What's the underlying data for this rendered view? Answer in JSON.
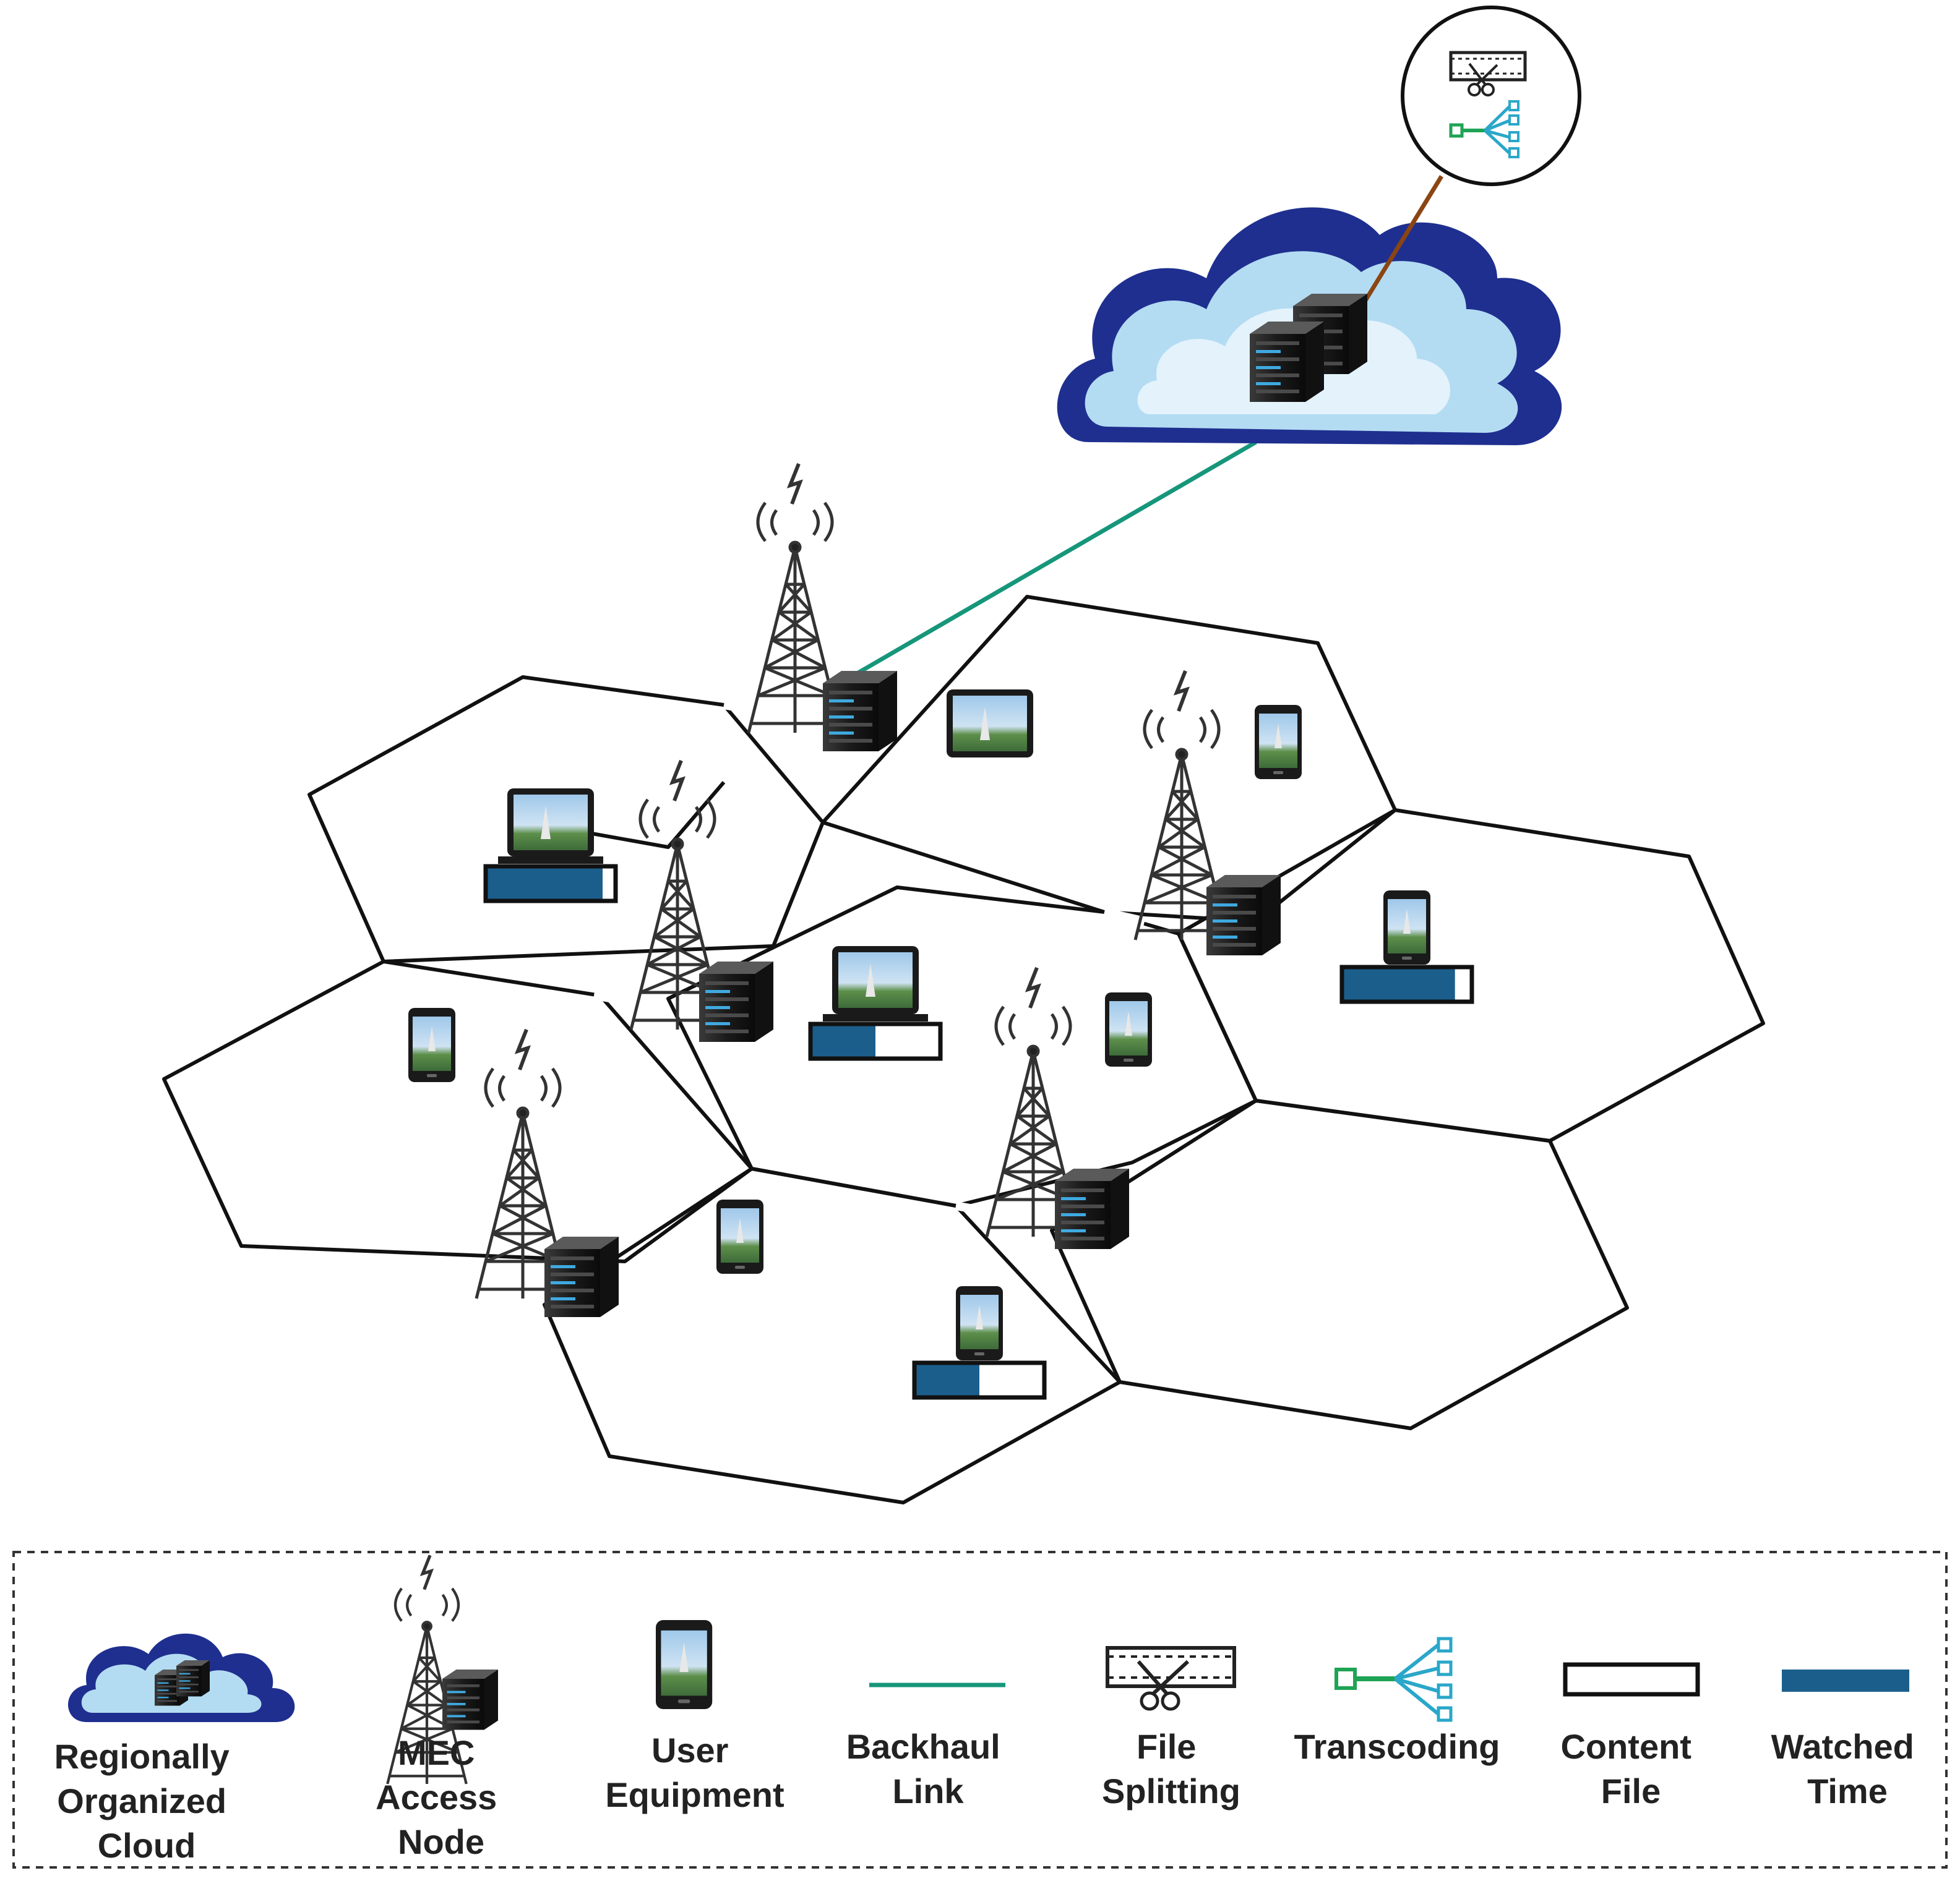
{
  "colors": {
    "backhaul": "#16967a",
    "watched": "#1b5e8c",
    "cloud_outer": "#1f2f8f",
    "cloud_mid": "#b3dcf3",
    "cloud_inner": "#e3f2fb",
    "cloud_link": "#8b4513",
    "hex_stroke": "#111111",
    "transcoding": "#2aa7c9"
  },
  "network": {
    "cloud_icon": "cloud-server-icon",
    "processing_icons": [
      "file-splitting-icon",
      "transcoding-icon"
    ],
    "access_nodes": 5,
    "user_equipment": [
      {
        "kind": "tablet",
        "watched_fraction": null
      },
      {
        "kind": "laptop",
        "watched_fraction": 0.9
      },
      {
        "kind": "phone",
        "watched_fraction": null
      },
      {
        "kind": "phone",
        "watched_fraction": 0.87
      },
      {
        "kind": "phone",
        "watched_fraction": null
      },
      {
        "kind": "laptop",
        "watched_fraction": 0.5
      },
      {
        "kind": "phone",
        "watched_fraction": null
      },
      {
        "kind": "phone",
        "watched_fraction": null
      },
      {
        "kind": "phone",
        "watched_fraction": 0.5
      }
    ]
  },
  "legend": {
    "items": [
      {
        "icon": "cloud-icon",
        "lines": [
          "Regionally",
          "Organized",
          "Cloud"
        ]
      },
      {
        "icon": "mec-access-node-icon",
        "lines": [
          "MEC",
          "Access",
          "Node"
        ]
      },
      {
        "icon": "user-equipment-icon",
        "lines": [
          "User",
          "Equipment"
        ]
      },
      {
        "icon": "backhaul-link-icon",
        "lines": [
          "Backhaul",
          "Link"
        ]
      },
      {
        "icon": "file-splitting-icon",
        "lines": [
          "File",
          "Splitting"
        ]
      },
      {
        "icon": "transcoding-icon",
        "lines": [
          "Transcoding"
        ]
      },
      {
        "icon": "content-file-icon",
        "lines": [
          "Content",
          "File"
        ]
      },
      {
        "icon": "watched-time-icon",
        "lines": [
          "Watched",
          "Time"
        ]
      }
    ]
  }
}
